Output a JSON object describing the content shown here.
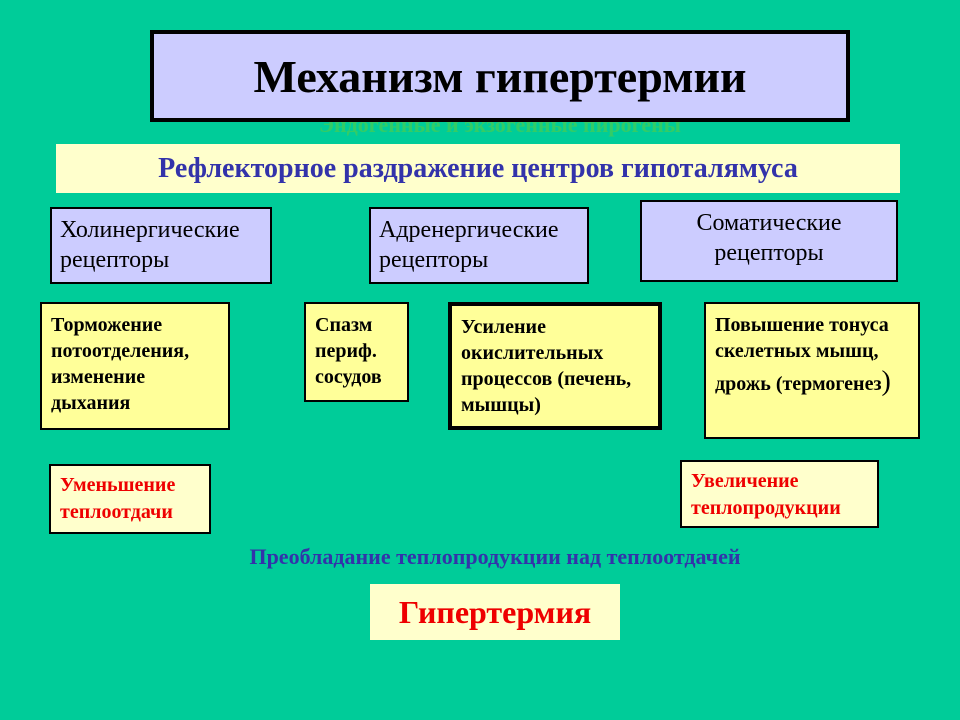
{
  "title": "Механизм гипертермии",
  "hidden_subtitle": "Эндогенные и экзогенные пирогены",
  "reflex": "Рефлекторное раздражение центров гипоталямуса",
  "receptors": {
    "cholinergic": "Холинергические рецепторы",
    "adrenergic": "Адренергические рецепторы",
    "somatic": "Соматические рецепторы"
  },
  "effects": {
    "sweat": "Торможение потоотделения, изменение дыхания",
    "spasm": "Спазм периф. сосудов",
    "oxidation": "Усиление окислительных процессов (печень, мышцы)",
    "muscle_main": "Повышение тонуса скелетных мышц, дрожь (термогенез",
    "muscle_paren": ")"
  },
  "results": {
    "heat_loss": "Уменьшение теплоотдачи",
    "heat_production": "Увеличение теплопродукции"
  },
  "prevalence": "Преобладание теплопродукции над теплоотдачей",
  "final": "Гипертермия",
  "colors": {
    "background": "#00cc99",
    "lavender": "#ccccff",
    "pale_yellow": "#ffffcc",
    "yellow": "#ffff99",
    "blue_text": "#3333aa",
    "red_text": "#ee0000"
  }
}
